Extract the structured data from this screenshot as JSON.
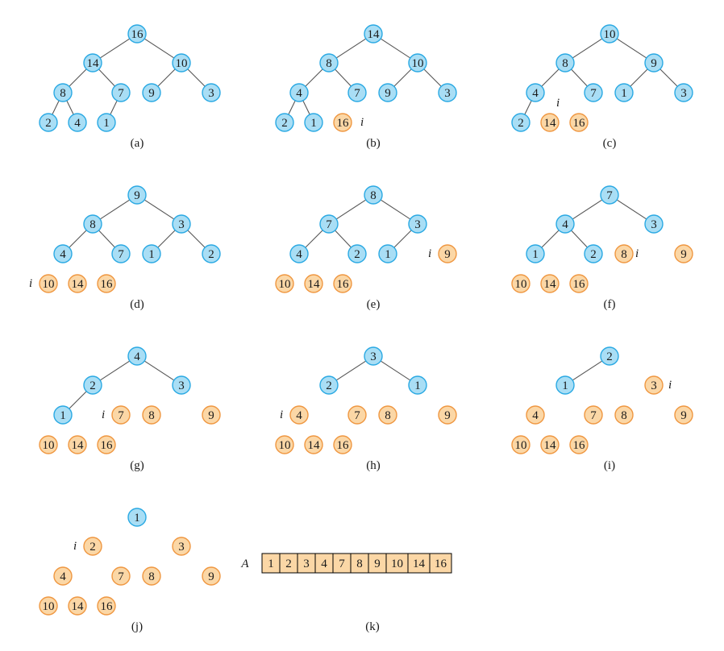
{
  "colors": {
    "heap_fill": "#a9def5",
    "heap_stroke": "#2aa9e3",
    "sorted_fill": "#fbd7a6",
    "sorted_stroke": "#ef9741",
    "array_fill": "#fbd7a6",
    "array_stroke": "#000000",
    "edge": "#555555"
  },
  "panels": [
    {
      "caption": "(a)",
      "nodes": [
        {
          "label": "16",
          "kind": "heap"
        },
        {
          "label": "14",
          "kind": "heap"
        },
        {
          "label": "10",
          "kind": "heap"
        },
        {
          "label": "8",
          "kind": "heap"
        },
        {
          "label": "7",
          "kind": "heap"
        },
        {
          "label": "9",
          "kind": "heap"
        },
        {
          "label": "3",
          "kind": "heap"
        },
        {
          "label": "2",
          "kind": "heap"
        },
        {
          "label": "4",
          "kind": "heap"
        },
        {
          "label": "1",
          "kind": "heap"
        }
      ],
      "edges": [
        [
          0,
          1
        ],
        [
          0,
          2
        ],
        [
          1,
          3
        ],
        [
          1,
          4
        ],
        [
          2,
          5
        ],
        [
          2,
          6
        ],
        [
          3,
          7
        ],
        [
          3,
          8
        ],
        [
          4,
          9
        ]
      ],
      "i_label": "",
      "i_node": null
    },
    {
      "caption": "(b)",
      "nodes": [
        {
          "label": "14",
          "kind": "heap"
        },
        {
          "label": "8",
          "kind": "heap"
        },
        {
          "label": "10",
          "kind": "heap"
        },
        {
          "label": "4",
          "kind": "heap"
        },
        {
          "label": "7",
          "kind": "heap"
        },
        {
          "label": "9",
          "kind": "heap"
        },
        {
          "label": "3",
          "kind": "heap"
        },
        {
          "label": "2",
          "kind": "heap"
        },
        {
          "label": "1",
          "kind": "heap"
        },
        {
          "label": "16",
          "kind": "sorted"
        }
      ],
      "edges": [
        [
          0,
          1
        ],
        [
          0,
          2
        ],
        [
          1,
          3
        ],
        [
          1,
          4
        ],
        [
          2,
          5
        ],
        [
          2,
          6
        ],
        [
          3,
          7
        ],
        [
          3,
          8
        ]
      ],
      "i_label": "i",
      "i_node": 9
    },
    {
      "caption": "(c)",
      "nodes": [
        {
          "label": "10",
          "kind": "heap"
        },
        {
          "label": "8",
          "kind": "heap"
        },
        {
          "label": "9",
          "kind": "heap"
        },
        {
          "label": "4",
          "kind": "heap"
        },
        {
          "label": "7",
          "kind": "heap"
        },
        {
          "label": "1",
          "kind": "heap"
        },
        {
          "label": "3",
          "kind": "heap"
        },
        {
          "label": "2",
          "kind": "heap"
        },
        {
          "label": "14",
          "kind": "sorted"
        },
        {
          "label": "16",
          "kind": "sorted"
        }
      ],
      "edges": [
        [
          0,
          1
        ],
        [
          0,
          2
        ],
        [
          1,
          3
        ],
        [
          1,
          4
        ],
        [
          2,
          5
        ],
        [
          2,
          6
        ],
        [
          3,
          7
        ]
      ],
      "i_label": "i",
      "i_node": 8
    },
    {
      "caption": "(d)",
      "nodes": [
        {
          "label": "9",
          "kind": "heap"
        },
        {
          "label": "8",
          "kind": "heap"
        },
        {
          "label": "3",
          "kind": "heap"
        },
        {
          "label": "4",
          "kind": "heap"
        },
        {
          "label": "7",
          "kind": "heap"
        },
        {
          "label": "1",
          "kind": "heap"
        },
        {
          "label": "2",
          "kind": "heap"
        },
        {
          "label": "10",
          "kind": "sorted"
        },
        {
          "label": "14",
          "kind": "sorted"
        },
        {
          "label": "16",
          "kind": "sorted"
        }
      ],
      "edges": [
        [
          0,
          1
        ],
        [
          0,
          2
        ],
        [
          1,
          3
        ],
        [
          1,
          4
        ],
        [
          2,
          5
        ],
        [
          2,
          6
        ]
      ],
      "i_label": "i",
      "i_node": 7
    },
    {
      "caption": "(e)",
      "nodes": [
        {
          "label": "8",
          "kind": "heap"
        },
        {
          "label": "7",
          "kind": "heap"
        },
        {
          "label": "3",
          "kind": "heap"
        },
        {
          "label": "4",
          "kind": "heap"
        },
        {
          "label": "2",
          "kind": "heap"
        },
        {
          "label": "1",
          "kind": "heap"
        },
        {
          "label": "9",
          "kind": "sorted"
        },
        {
          "label": "10",
          "kind": "sorted"
        },
        {
          "label": "14",
          "kind": "sorted"
        },
        {
          "label": "16",
          "kind": "sorted"
        }
      ],
      "edges": [
        [
          0,
          1
        ],
        [
          0,
          2
        ],
        [
          1,
          3
        ],
        [
          1,
          4
        ],
        [
          2,
          5
        ]
      ],
      "i_label": "i",
      "i_node": 6
    },
    {
      "caption": "(f)",
      "nodes": [
        {
          "label": "7",
          "kind": "heap"
        },
        {
          "label": "4",
          "kind": "heap"
        },
        {
          "label": "3",
          "kind": "heap"
        },
        {
          "label": "1",
          "kind": "heap"
        },
        {
          "label": "2",
          "kind": "heap"
        },
        {
          "label": "8",
          "kind": "sorted"
        },
        {
          "label": "9",
          "kind": "sorted"
        },
        {
          "label": "10",
          "kind": "sorted"
        },
        {
          "label": "14",
          "kind": "sorted"
        },
        {
          "label": "16",
          "kind": "sorted"
        }
      ],
      "edges": [
        [
          0,
          1
        ],
        [
          0,
          2
        ],
        [
          1,
          3
        ],
        [
          1,
          4
        ]
      ],
      "i_label": "i",
      "i_node": 5
    },
    {
      "caption": "(g)",
      "nodes": [
        {
          "label": "4",
          "kind": "heap"
        },
        {
          "label": "2",
          "kind": "heap"
        },
        {
          "label": "3",
          "kind": "heap"
        },
        {
          "label": "1",
          "kind": "heap"
        },
        {
          "label": "7",
          "kind": "sorted"
        },
        {
          "label": "8",
          "kind": "sorted"
        },
        {
          "label": "9",
          "kind": "sorted"
        },
        {
          "label": "10",
          "kind": "sorted"
        },
        {
          "label": "14",
          "kind": "sorted"
        },
        {
          "label": "16",
          "kind": "sorted"
        }
      ],
      "edges": [
        [
          0,
          1
        ],
        [
          0,
          2
        ],
        [
          1,
          3
        ]
      ],
      "i_label": "i",
      "i_node": 4
    },
    {
      "caption": "(h)",
      "nodes": [
        {
          "label": "3",
          "kind": "heap"
        },
        {
          "label": "2",
          "kind": "heap"
        },
        {
          "label": "1",
          "kind": "heap"
        },
        {
          "label": "4",
          "kind": "sorted"
        },
        {
          "label": "7",
          "kind": "sorted"
        },
        {
          "label": "8",
          "kind": "sorted"
        },
        {
          "label": "9",
          "kind": "sorted"
        },
        {
          "label": "10",
          "kind": "sorted"
        },
        {
          "label": "14",
          "kind": "sorted"
        },
        {
          "label": "16",
          "kind": "sorted"
        }
      ],
      "edges": [
        [
          0,
          1
        ],
        [
          0,
          2
        ]
      ],
      "i_label": "i",
      "i_node": 3
    },
    {
      "caption": "(i)",
      "nodes": [
        {
          "label": "2",
          "kind": "heap"
        },
        {
          "label": "1",
          "kind": "heap"
        },
        {
          "label": "3",
          "kind": "sorted"
        },
        {
          "label": "4",
          "kind": "sorted"
        },
        {
          "label": "7",
          "kind": "sorted"
        },
        {
          "label": "8",
          "kind": "sorted"
        },
        {
          "label": "9",
          "kind": "sorted"
        },
        {
          "label": "10",
          "kind": "sorted"
        },
        {
          "label": "14",
          "kind": "sorted"
        },
        {
          "label": "16",
          "kind": "sorted"
        }
      ],
      "edges": [
        [
          0,
          1
        ]
      ],
      "i_label": "i",
      "i_node": 2
    },
    {
      "caption": "(j)",
      "nodes": [
        {
          "label": "1",
          "kind": "heap"
        },
        {
          "label": "2",
          "kind": "sorted"
        },
        {
          "label": "3",
          "kind": "sorted"
        },
        {
          "label": "4",
          "kind": "sorted"
        },
        {
          "label": "7",
          "kind": "sorted"
        },
        {
          "label": "8",
          "kind": "sorted"
        },
        {
          "label": "9",
          "kind": "sorted"
        },
        {
          "label": "10",
          "kind": "sorted"
        },
        {
          "label": "14",
          "kind": "sorted"
        },
        {
          "label": "16",
          "kind": "sorted"
        }
      ],
      "edges": [],
      "i_label": "i",
      "i_node": 1
    }
  ],
  "array_panel": {
    "caption": "(k)",
    "name": "A",
    "cells": [
      "1",
      "2",
      "3",
      "4",
      "7",
      "8",
      "9",
      "10",
      "14",
      "16"
    ]
  }
}
